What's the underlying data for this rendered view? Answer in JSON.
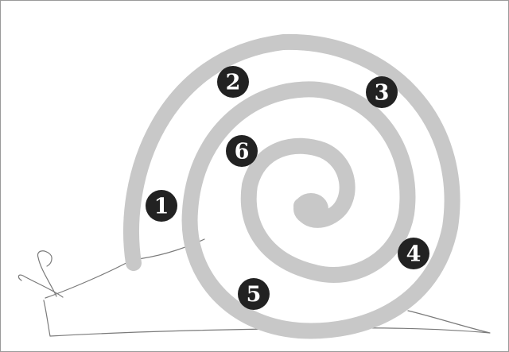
{
  "diagram": {
    "colors": {
      "spiral": "#c8c8c8",
      "outline": "#7a7a7a",
      "badge_fill": "#222222",
      "badge_text": "#ffffff",
      "border": "#9a9a9a"
    },
    "markers": [
      {
        "label": "1"
      },
      {
        "label": "2"
      },
      {
        "label": "3"
      },
      {
        "label": "4"
      },
      {
        "label": "5"
      },
      {
        "label": "6"
      }
    ]
  }
}
